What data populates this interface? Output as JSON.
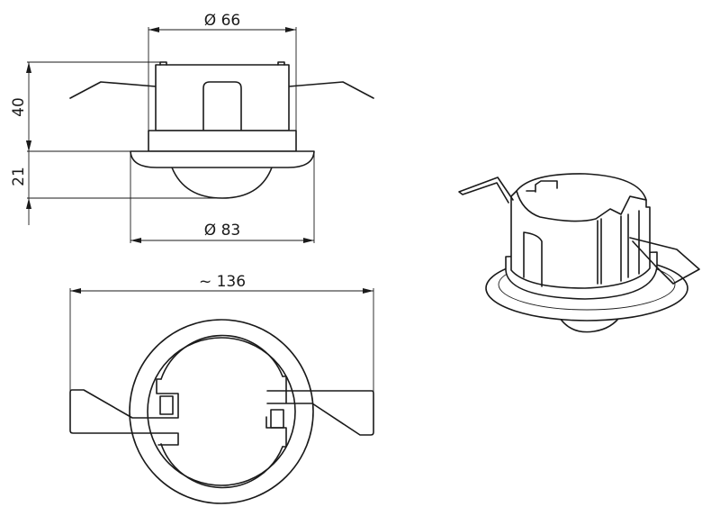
{
  "dimensions": {
    "top_diameter": "Ø 66",
    "height_body": "40",
    "height_dome": "21",
    "flange_diameter": "Ø 83",
    "overall_width": "~ 136"
  },
  "colors": {
    "line": "#1a1a1a",
    "background": "#ffffff"
  }
}
